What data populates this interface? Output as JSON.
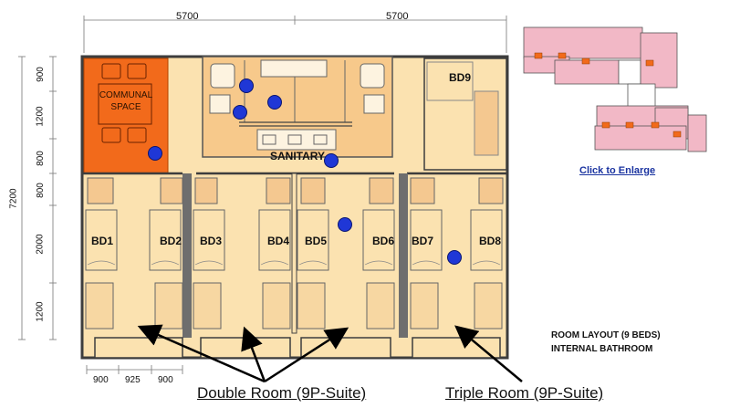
{
  "dimensions": {
    "top": [
      "5700",
      "5700"
    ],
    "left_total": "7200",
    "left_segments": [
      "900",
      "1200",
      "800",
      "800",
      "2000",
      "1200"
    ],
    "bottom": [
      "900",
      "925",
      "900"
    ]
  },
  "rooms": {
    "communal": "COMMUNAL SPACE",
    "sanitary": "SANITARY",
    "bd9": "BD9",
    "bedrooms": [
      "BD1",
      "BD2",
      "BD3",
      "BD4",
      "BD5",
      "BD6",
      "BD7",
      "BD8"
    ]
  },
  "legend": {
    "line1": "ROOM LAYOUT (9 BEDS)",
    "line2": "INTERNAL BATHROOM"
  },
  "captions": {
    "double": "Double Room (9P-Suite)",
    "triple": "Triple Room (9P-Suite)"
  },
  "thumbnail": {
    "link": "Click to Enlarge"
  },
  "colors": {
    "floor": "#fbe2b0",
    "wall": "#3d3d3d",
    "communal": "#f26a1b",
    "hotspot": "#1f37d6",
    "thumb_room": "#f2b8c6"
  }
}
